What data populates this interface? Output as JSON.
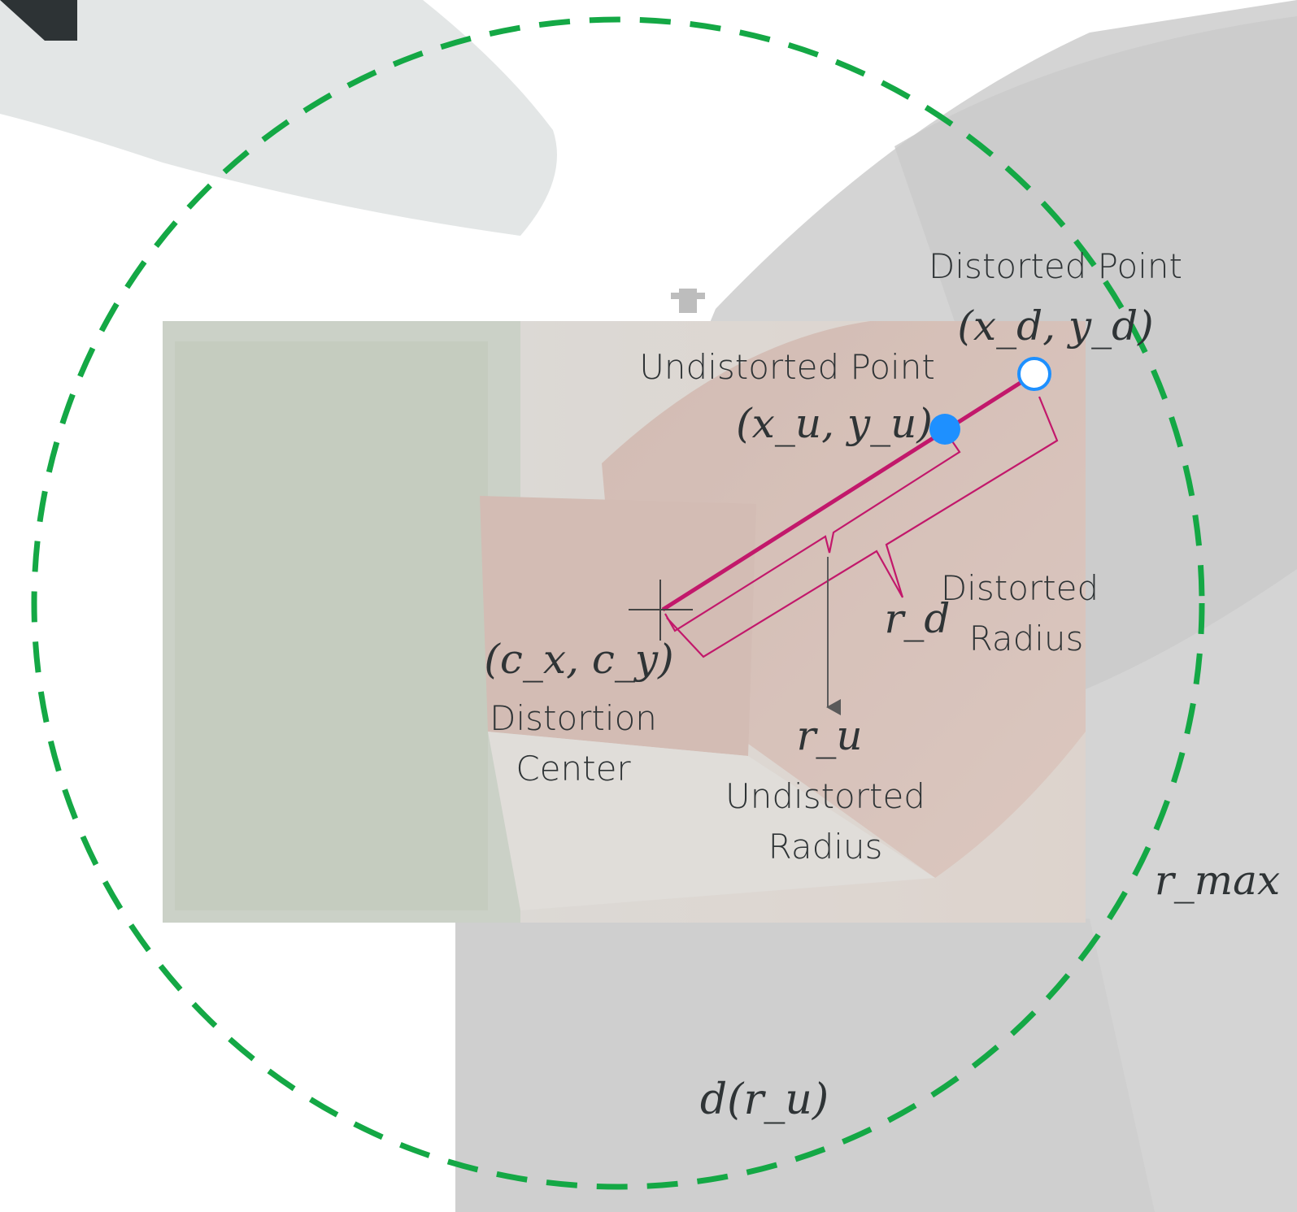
{
  "labels": {
    "distorted_point_title": "Distorted Point",
    "distorted_point_coord": "(x_d, y_d)",
    "undistorted_point_title": "Undistorted Point",
    "undistorted_point_coord": "(x_u, y_u)",
    "center_coord": "(c_x, c_y)",
    "center_title_line1": "Distortion",
    "center_title_line2": "Center",
    "rd_symbol": "r_d",
    "distorted_radius_line1": "Distorted",
    "distorted_radius_line2": "Radius",
    "ru_symbol": "r_u",
    "undistorted_radius_line1": "Undistorted",
    "undistorted_radius_line2": "Radius",
    "rmax_symbol": "r_max",
    "function_label": "d(r_u)"
  },
  "colors": {
    "dashed_circle": "#14a845",
    "radius_line": "#c2186b",
    "undistorted_point": "#1e90ff",
    "distorted_point_fill": "#ffffff",
    "distorted_point_stroke": "#1e90ff",
    "label_text": "#2f3436",
    "faded_photo_overlay": "#f4f4f4"
  },
  "icons": {
    "center_marker": "crosshair-icon",
    "undistorted_marker": "filled-dot-icon",
    "distorted_marker": "hollow-dot-icon",
    "arrow": "down-arrow-icon"
  }
}
